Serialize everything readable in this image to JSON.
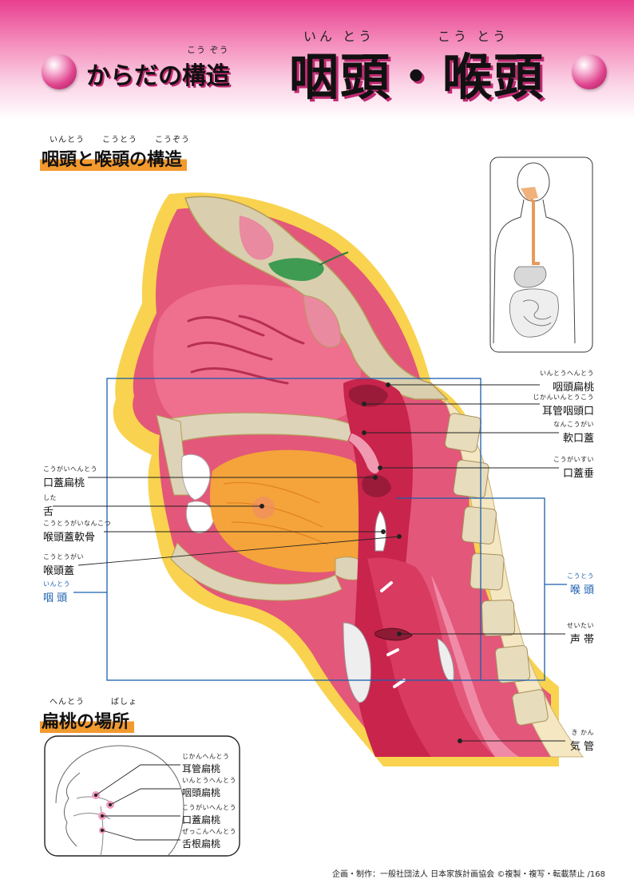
{
  "header": {
    "subtitle": "からだの構造",
    "subtitle_ruby": "こう  ぞう",
    "title": "咽頭・喉頭",
    "title_ruby_left": "いん とう",
    "title_ruby_right": "こう とう"
  },
  "section_structure": {
    "title": "咽頭と喉頭の構造",
    "ruby": "いんとう　　こうとう　　こうぞう"
  },
  "section_tonsils": {
    "title": "扁桃の場所",
    "ruby": "へんとう　　　ばしょ"
  },
  "labels_right": [
    {
      "ruby": "いんとうへんとう",
      "text": "咽頭扁桃"
    },
    {
      "ruby": "じかんいんとうこう",
      "text": "耳管咽頭口"
    },
    {
      "ruby": "なんこうがい",
      "text": "軟口蓋"
    },
    {
      "ruby": "こうがいすい",
      "text": "口蓋垂"
    },
    {
      "ruby": "こうとう",
      "text": "喉 頭"
    },
    {
      "ruby": "せいたい",
      "text": "声 帯"
    },
    {
      "ruby": "き かん",
      "text": "気 管"
    }
  ],
  "labels_left": [
    {
      "ruby": "こうがいへんとう",
      "text": "口蓋扁桃"
    },
    {
      "ruby": "した",
      "text": "舌"
    },
    {
      "ruby": "こうとうがいなんこつ",
      "text": "喉頭蓋軟骨"
    },
    {
      "ruby": "こうとうがい",
      "text": "喉頭蓋"
    },
    {
      "ruby": "いんとう",
      "text": "咽 頭"
    }
  ],
  "tonsil_labels": [
    {
      "ruby": "じかんへんとう",
      "text": "耳管扁桃"
    },
    {
      "ruby": "いんとうへんとう",
      "text": "咽頭扁桃"
    },
    {
      "ruby": "こうがいへんとう",
      "text": "口蓋扁桃"
    },
    {
      "ruby": "ぜっこんへんとう",
      "text": "舌根扁桃"
    }
  ],
  "footer": "企画・制作：一般社団法人 日本家族計画協会 ©複製・複写・転載禁止 /168",
  "colors": {
    "pink": "#e83f8f",
    "orange": "#f29a2e",
    "blue": "#1a5fae",
    "tissue": "#e0456c",
    "bone": "#ddd3b8",
    "fat": "#f7c948"
  }
}
